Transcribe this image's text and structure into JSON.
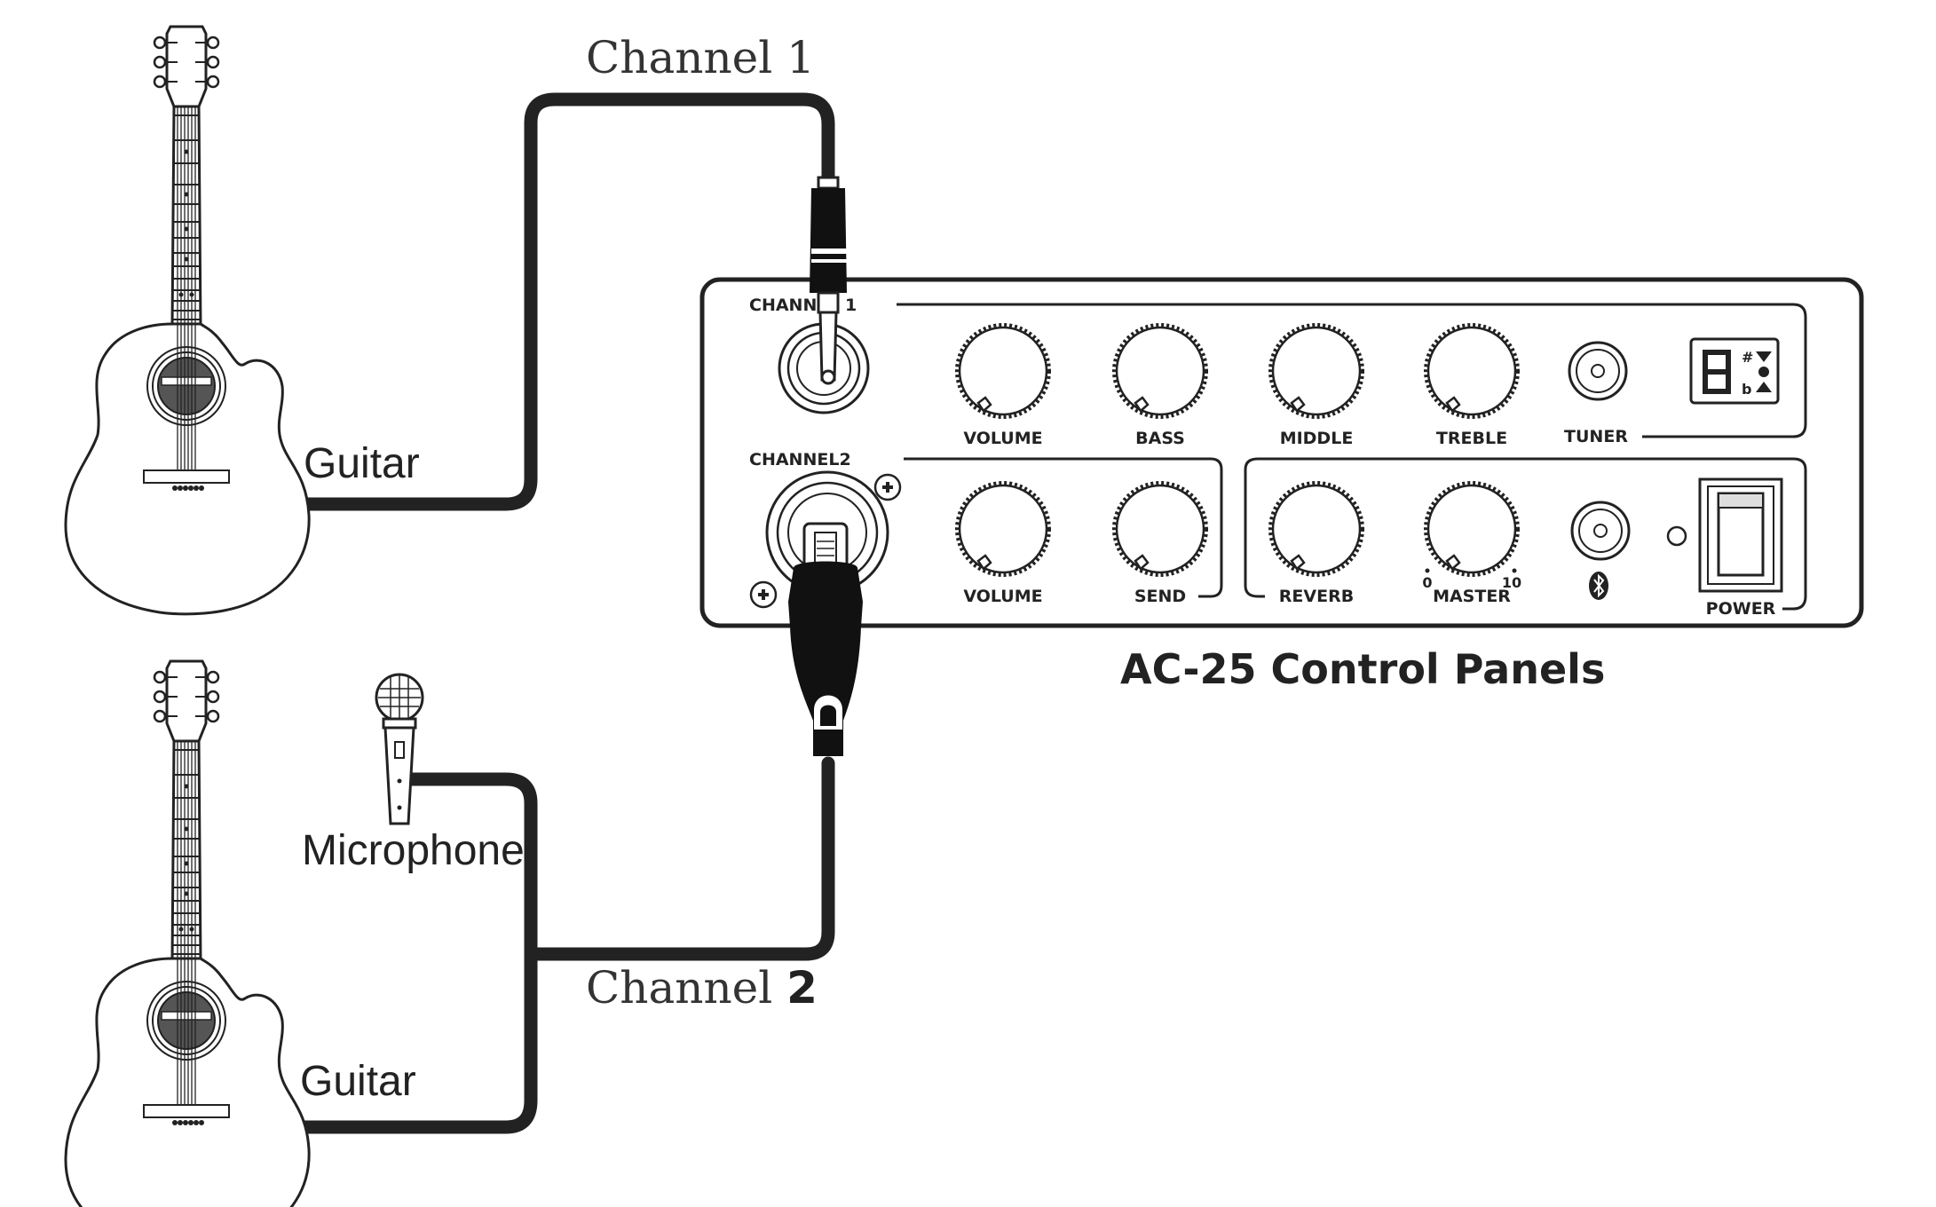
{
  "diagram": {
    "channel1_label": "Channel 1",
    "channel2_label_prefix": "Channel ",
    "channel2_label_num": "2",
    "guitar_top_label": "Guitar",
    "guitar_bottom_label": "Guitar",
    "microphone_label": "Microphone",
    "panel_caption": "AC-25 Control Panels"
  },
  "panel": {
    "channel1_title": "CHANNEL 1",
    "channel2_title": "CHANNEL2",
    "row1_knobs": [
      "VOLUME",
      "BASS",
      "MIDDLE",
      "TREBLE"
    ],
    "tuner_label": "TUNER",
    "row2_knobs": [
      "VOLUME",
      "SEND"
    ],
    "row2_fx_knobs": [
      "REVERB",
      "MASTER"
    ],
    "master_min": "0",
    "master_max": "10",
    "power_label": "POWER",
    "bluetooth_icon": "bluetooth-icon",
    "tuner_display_glyphs": [
      "#",
      "b"
    ]
  }
}
